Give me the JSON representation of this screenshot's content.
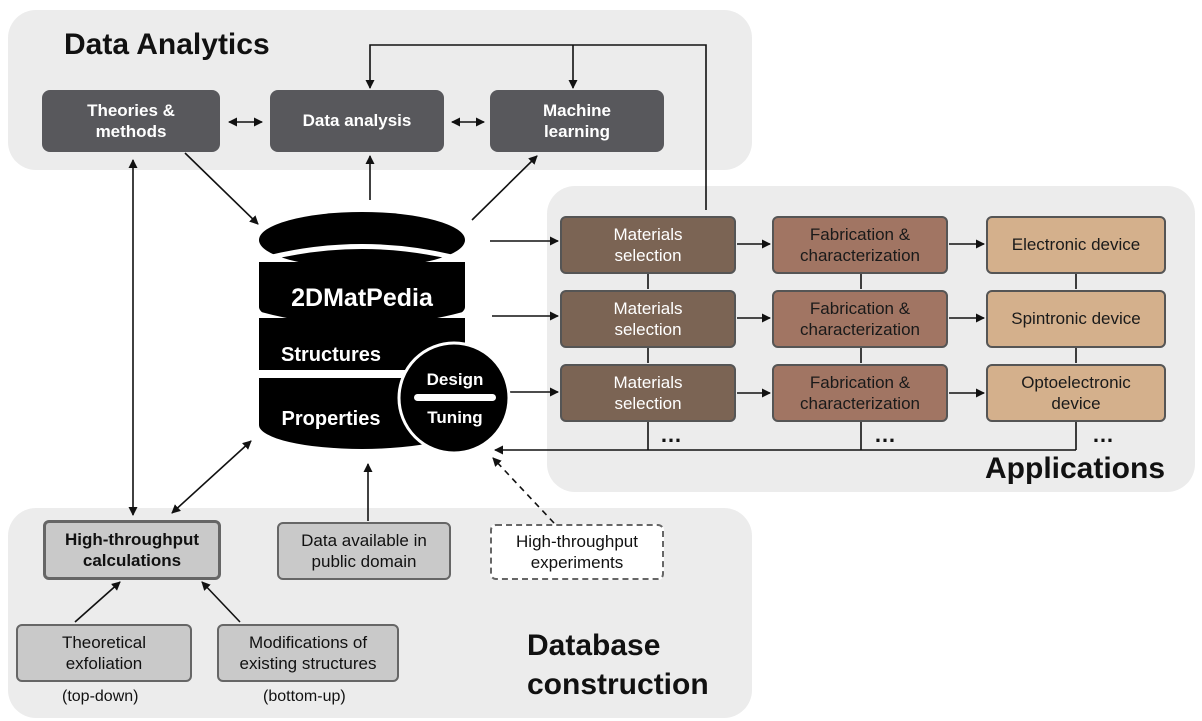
{
  "titles": {
    "analytics": "Data Analytics",
    "applications": "Applications",
    "database": "Database\nconstruction"
  },
  "analytics": {
    "theories": "Theories &\nmethods",
    "data_analysis": "Data analysis",
    "machine_learning": "Machine\nlearning"
  },
  "database": {
    "name": "2DMatPedia",
    "structures": "Structures",
    "properties": "Properties",
    "design": "Design",
    "tuning": "Tuning"
  },
  "applications": {
    "rows": [
      {
        "selection": "Materials\nselection",
        "fabrication": "Fabrication &\ncharacterization",
        "device": "Electronic device"
      },
      {
        "selection": "Materials\nselection",
        "fabrication": "Fabrication &\ncharacterization",
        "device": "Spintronic device"
      },
      {
        "selection": "Materials\nselection",
        "fabrication": "Fabrication &\ncharacterization",
        "device": "Optoelectronic\ndevice"
      }
    ],
    "ellipsis": "…"
  },
  "construction": {
    "htc": "High-throughput\ncalculations",
    "public": "Data available in\npublic domain",
    "hte": "High-throughput\nexperiments",
    "exfoliation": "Theoretical\nexfoliation",
    "exfoliation_note": "(top-down)",
    "modifications": "Modifications of\nexisting structures",
    "modifications_note": "(bottom-up)"
  }
}
